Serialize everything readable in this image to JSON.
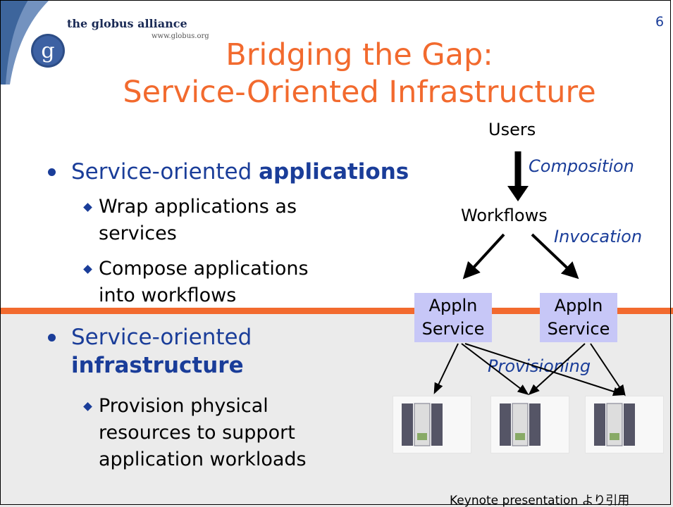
{
  "slide": {
    "number": "6",
    "title_line1": "Bridging the Gap:",
    "title_line2": "Service-Oriented Infrastructure",
    "logo": {
      "name": "the globus alliance",
      "url": "www.globus.org",
      "letter": "g"
    },
    "footer": "Keynote presentation より引用",
    "colors": {
      "accent_orange": "#f26a2e",
      "text_blue": "#1a3d99",
      "service_box": "#c7c7f7",
      "band_gray": "#ebebeb"
    }
  },
  "bullets": {
    "b1_prefix": "Service-oriented ",
    "b1_bold": "applications",
    "b1_sub1_line1": "Wrap applications as",
    "b1_sub1_line2": "services",
    "b1_sub2_line1": "Compose applications",
    "b1_sub2_line2": "into workflows",
    "b2_line1": "Service-oriented",
    "b2_bold": "infrastructure",
    "b2_sub1_line1": "Provision physical",
    "b2_sub1_line2": "resources to support",
    "b2_sub1_line3": "application workloads"
  },
  "diagram": {
    "users": "Users",
    "composition": "Composition",
    "workflows": "Workflows",
    "invocation": "Invocation",
    "service_line1": "Appln",
    "service_line2": "Service",
    "provisioning": "Provisioning",
    "server_icon": "server-rack-icon"
  }
}
